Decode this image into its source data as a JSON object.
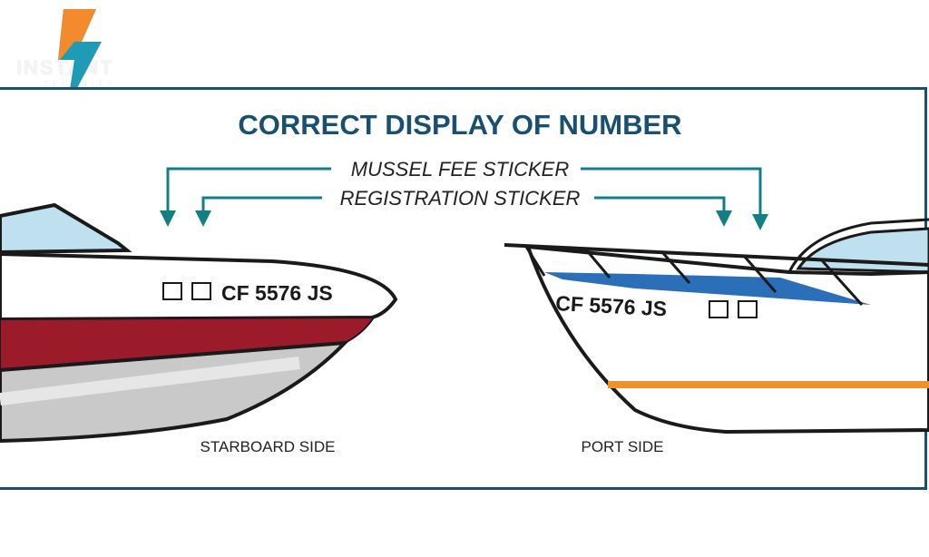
{
  "logo": {
    "brand": "INSTANT",
    "sub": "SECURITY",
    "icon": "lightning-bolt-icon",
    "colors": {
      "orange": "#f28a2e",
      "teal": "#1f9bb5"
    }
  },
  "diagram": {
    "title": "CORRECT DISPLAY OF NUMBER",
    "labels": {
      "mussel": "MUSSEL FEE STICKER",
      "registration": "REGISTRATION STICKER"
    },
    "starboard": {
      "number": "CF 5576 JS",
      "caption": "STARBOARD SIDE"
    },
    "port": {
      "number": "CF 5576 JS",
      "caption": "PORT SIDE"
    },
    "colors": {
      "title": "#1a4f6e",
      "arrow": "#137f84",
      "hull_red": "#9b1b2a",
      "hull_gray": "#bdbdbd",
      "port_stripe": "#f0922b",
      "windshield": "#bfe0ee",
      "canopy": "#2a6fb8",
      "outline": "#1a1a1a"
    }
  }
}
